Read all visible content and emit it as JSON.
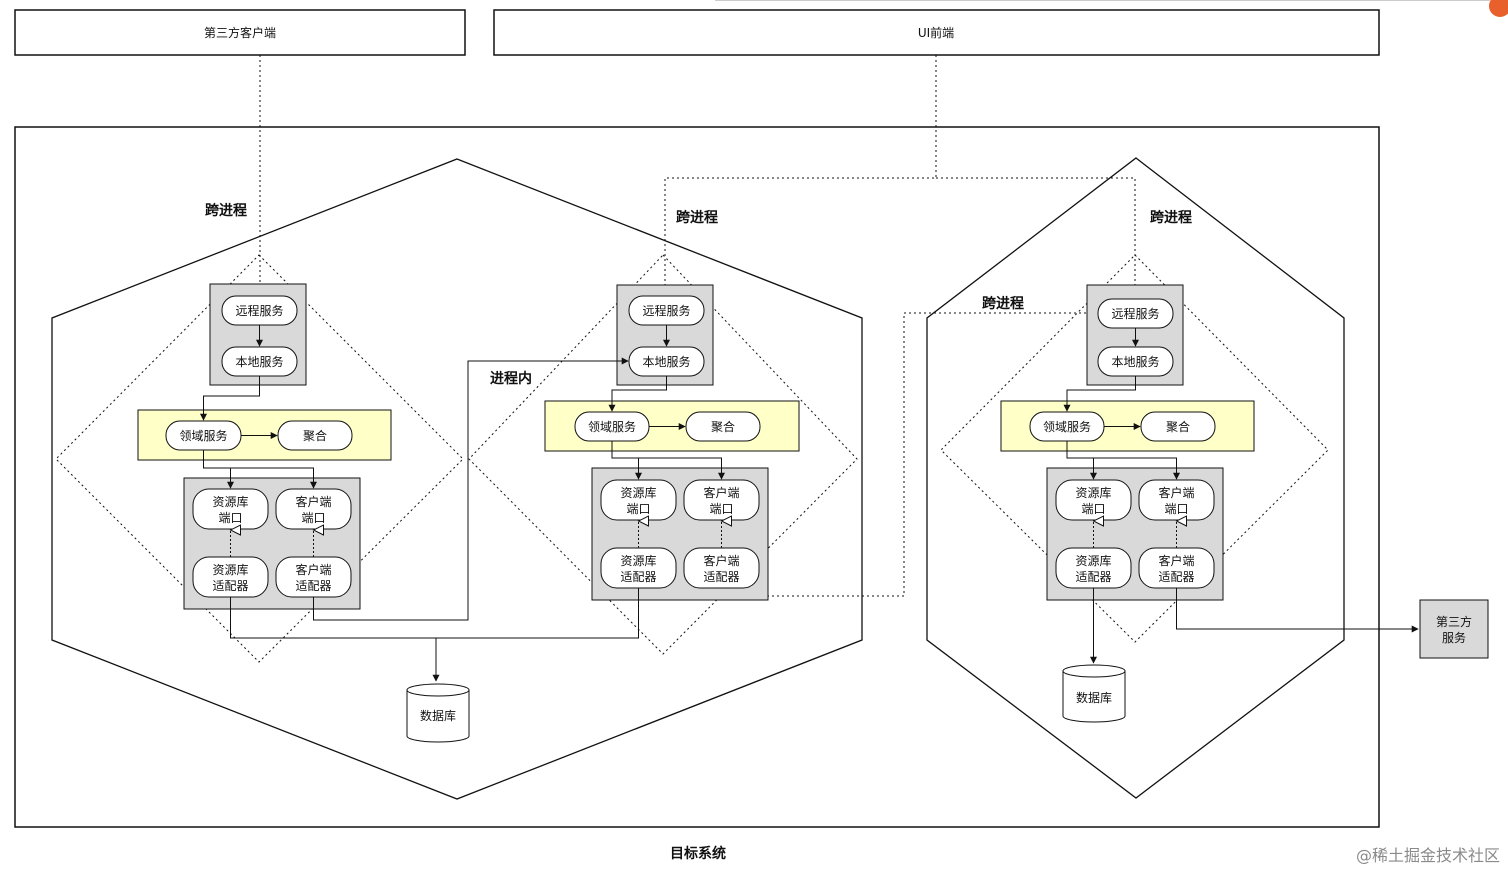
{
  "external": {
    "third_party_client": "第三方客户端",
    "ui_frontend": "UI前端",
    "third_party_service": "第三方服务"
  },
  "system": {
    "title": "目标系统"
  },
  "edge_labels": {
    "cross_process": "跨进程",
    "in_process": "进程内"
  },
  "nodes": {
    "remote_service": "远程服务",
    "local_service": "本地服务",
    "domain_service": "领域服务",
    "aggregate": "聚合",
    "repo_port_line1": "资源库",
    "repo_port_line2": "端口",
    "client_port_line1": "客户端",
    "client_port_line2": "端口",
    "repo_adapter_line1": "资源库",
    "repo_adapter_line2": "适配器",
    "client_adapter_line1": "客户端",
    "client_adapter_line2": "适配器",
    "database": "数据库"
  },
  "watermark": "@稀土掘金技术社区",
  "colors": {
    "stroke": "#111111",
    "gray_fill": "#d9d9d9",
    "yellow_fill": "#ffffc8",
    "white": "#ffffff",
    "watermark": "#8a8a8a",
    "badge": "#e8602c"
  }
}
